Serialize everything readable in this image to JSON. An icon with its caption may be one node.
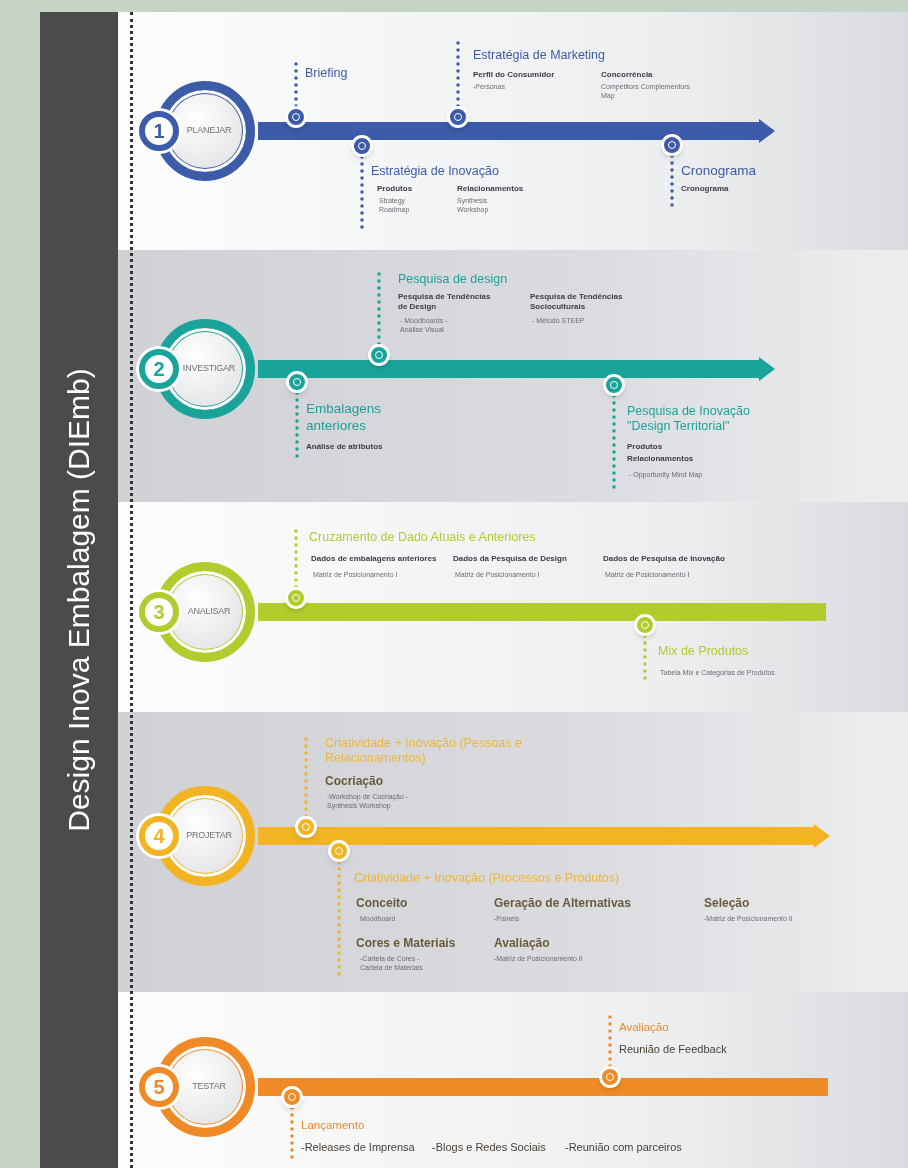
{
  "diagram": {
    "title": "Design Inova Embalagem (DIEmb)",
    "nodes": [
      {
        "text": [
          "1",
          "PLANEJAR"
        ]
      },
      {
        "text": [],
        "shape": "circle"
      },
      {
        "text": [
          "Briefing"
        ]
      },
      {
        "text": [],
        "shape": "circle"
      },
      {
        "text": [
          "Estratégia de Inovação",
          "Produtos",
          "Strategy Roadmap",
          "Relacionamentos",
          "Synthesis Workshop"
        ]
      },
      {
        "text": [],
        "shape": "circle"
      },
      {
        "text": [
          "Estratégia de Marketing",
          "Perfil do Consumidor",
          "-Personas",
          "Concorrência",
          "Competitors Complementors Map"
        ]
      },
      {
        "text": [],
        "shape": "circle"
      },
      {
        "text": [
          "Cronograma",
          "Cronograma"
        ]
      },
      {
        "text": [
          "2",
          "INVESTIGAR"
        ]
      },
      {
        "text": [],
        "shape": "circle"
      },
      {
        "text": [
          "Embalagens anteriores",
          "Análise de atributos"
        ]
      },
      {
        "text": [],
        "shape": "circle"
      },
      {
        "text": [
          "Pesquisa de design",
          "Pesquisa de Tendências de Design",
          "- Moodboards -Análise Visual",
          "Pesquisa de Tendências Socioculturais",
          "- Método STEEP"
        ]
      },
      {
        "text": [],
        "shape": "circle"
      },
      {
        "text": [
          "Pesquisa de Inovação \"Design Territorial\"",
          "Produtos",
          "Relacionamentos",
          "- Opportunity Mind Map"
        ]
      },
      {
        "text": [
          "3",
          "ANALISAR"
        ]
      },
      {
        "text": [],
        "shape": "circle"
      },
      {
        "text": [
          "Cruzamento de Dado Atuais e Anteriores",
          "Dados de embalagens anteriores",
          "Matriz de Posicionamento I",
          "Dados da Pesquisa de Design",
          "Matriz de Posicionamento I",
          "Dados de Pesquisa de Inovação",
          "Matriz de Posicionamento I"
        ]
      },
      {
        "text": [],
        "shape": "circle"
      },
      {
        "text": [
          "Mix de Produtos",
          "Tabela Mix e Categorias de Produtos"
        ]
      },
      {
        "text": [
          "4",
          "PROJETAR"
        ]
      },
      {
        "text": [],
        "shape": "circle"
      },
      {
        "text": [
          "Criatividade + Inovação (Pessoas e Relacionamentos)",
          "Cocriação",
          "-Workshop de Cocriação -Synthesis Workshop"
        ]
      },
      {
        "text": [],
        "shape": "circle"
      },
      {
        "text": [
          "Criatividade + Inovação (Processos e Produtos)",
          "Conceito",
          "Moodboard",
          "Geração de Alternativas",
          "-Painéis",
          "Seleção",
          "-Matriz de Posicionamento II",
          "Cores e Materiais",
          "-Cartela de Cores -Cartela de Materiais",
          "Avaliação",
          "-Matriz de Posicionamento II"
        ]
      },
      {
        "text": [
          "5",
          "TESTAR"
        ]
      },
      {
        "text": [],
        "shape": "circle"
      },
      {
        "text": [
          "Avaliação",
          "Reunião de Feedback"
        ]
      },
      {
        "text": [],
        "shape": "circle"
      },
      {
        "text": [
          "Lançamento",
          "-Releases de Imprensa",
          "-Blogs e Redes Sociais",
          "-Reunião com parceiros"
        ]
      },
      {
        "text": [],
        "shape": "arrow"
      },
      {
        "text": [],
        "shape": "arrow"
      },
      {
        "text": [],
        "shape": "bar"
      },
      {
        "text": [],
        "shape": "arrow"
      },
      {
        "text": [],
        "shape": "bar"
      }
    ],
    "edges": [
      {
        "from": 1,
        "to": 2,
        "arrow": "none",
        "style": "dashed",
        "color": "#3c5ba8"
      },
      {
        "from": 3,
        "to": 4,
        "arrow": "none",
        "style": "dashed",
        "color": "#3c5ba8"
      },
      {
        "from": 5,
        "to": 6,
        "arrow": "none",
        "style": "dashed",
        "color": "#3c5ba8"
      },
      {
        "from": 7,
        "to": 8,
        "arrow": "none",
        "style": "dashed",
        "color": "#3c5ba8"
      },
      {
        "from": 10,
        "to": 11,
        "arrow": "none",
        "style": "dashed",
        "color": "#1aa39a"
      },
      {
        "from": 12,
        "to": 13,
        "arrow": "none",
        "style": "dashed",
        "color": "#1aa39a"
      },
      {
        "from": 14,
        "to": 15,
        "arrow": "none",
        "style": "dashed",
        "color": "#1aa39a"
      },
      {
        "from": 17,
        "to": 18,
        "arrow": "none",
        "style": "dashed",
        "color": "#b3cb2d"
      },
      {
        "from": 19,
        "to": 20,
        "arrow": "none",
        "style": "dashed",
        "color": "#b3cb2d"
      },
      {
        "from": 22,
        "to": 23,
        "arrow": "none",
        "style": "dashed",
        "color": "#f2b423"
      },
      {
        "from": 24,
        "to": 25,
        "arrow": "none",
        "style": "dashed",
        "color": "#f2b423"
      },
      {
        "from": 27,
        "to": 28,
        "arrow": "none",
        "style": "dashed",
        "color": "#ef8a26"
      },
      {
        "from": 29,
        "to": 30,
        "arrow": "none",
        "style": "dashed",
        "color": "#ef8a26"
      }
    ]
  }
}
